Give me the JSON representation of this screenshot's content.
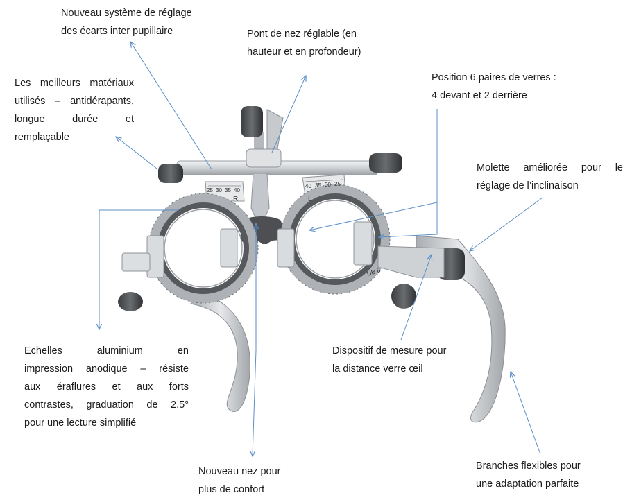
{
  "annotations": {
    "ipd": {
      "lines": [
        "Nouveau système de réglage",
        "des écarts inter pupillaire"
      ]
    },
    "nose_bridge": {
      "lines": [
        "Pont de nez réglable (en",
        "hauteur et en profondeur)"
      ]
    },
    "lens_positions": {
      "lines": [
        "Position 6 paires de verres :",
        "4 devant et 2 derrière"
      ]
    },
    "materials": {
      "lines": [
        "Les meilleurs matériaux",
        "utilisés – antidérapants,",
        "longue durée et",
        "remplaçable"
      ]
    },
    "tilt_knob": {
      "lines": [
        "Molette améliorée pour le",
        "réglage de l’inclinaison"
      ]
    },
    "scales": {
      "lines": [
        "Echelles aluminium en",
        "impression anodique – résiste",
        "aux éraflures et aux forts",
        "contrastes, graduation de 2.5°",
        "pour une lecture simplifié"
      ]
    },
    "vertex_distance": {
      "lines": [
        "Dispositif de mesure pour",
        "la distance verre œil"
      ]
    },
    "nose_pad": {
      "lines": [
        "Nouveau nez pour",
        "plus de confort"
      ]
    },
    "temples": {
      "lines": [
        "Branches flexibles pour",
        "une adaptation parfaite"
      ]
    }
  },
  "device_markings": {
    "scale_right_ticks": [
      "25",
      "30",
      "35",
      "40"
    ],
    "scale_left_ticks": [
      "40",
      "35",
      "30",
      "25"
    ],
    "side_right": "R",
    "side_left": "L",
    "side_engraving": "UB 8"
  },
  "colors": {
    "arrow": "#5b8fc7",
    "metal": "#c9ccd0",
    "metal_dark": "#8f9398",
    "rubber": "#4a4c4f",
    "text": "#1b1b1b"
  }
}
